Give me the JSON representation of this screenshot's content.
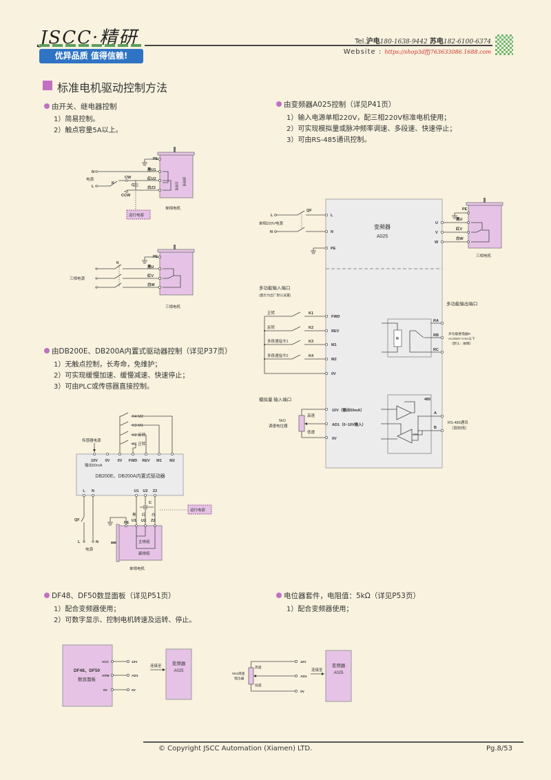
{
  "header": {
    "logo": "JSCC·精研",
    "slogan": "优异品质 值得信赖!",
    "tel_label": "Tel.",
    "sh_label": "沪电",
    "sh_phone": "180-1638-9442",
    "su_label": "苏电",
    "su_phone": "182-6100-6374",
    "website_label": "Website :",
    "website_url": "https://shop3dffj763633086.1688.com"
  },
  "page_title": "标准电机驱动控制方法",
  "sections": {
    "switch": {
      "heading": "由开关、继电器控制",
      "items": [
        "1）简易控制。",
        "2）触点容量5A以上。"
      ]
    },
    "inverter": {
      "heading": "由变频器A025控制（详见P41页）",
      "items": [
        "1）输入电源单相220V，配三相220V标准电机使用；",
        "2）可实现模拟量或脉冲频率调速、多段速、快速停止；",
        "3）可由RS-485通讯控制。"
      ]
    },
    "db200": {
      "heading": "由DB200E、DB200A内置式驱动器控制（详见P37页）",
      "items": [
        "1）无触点控制，长寿命，免维护；",
        "2）可实现缓慢加速、缓慢减速、快速停止；",
        "3）可由PLC或传感器直接控制。"
      ]
    },
    "df": {
      "heading": "DF48、DF50数显面板（详见P51页）",
      "items": [
        "1）配合变频器使用；",
        "2）可数字显示、控制电机转速及运转、停止。"
      ]
    },
    "pot": {
      "heading": "电位器套件，电阻值：5kΩ（详见P53页）",
      "items": [
        "1）配合变频器使用；"
      ]
    }
  },
  "d1": {
    "pe": "PE",
    "u1": "黑U1",
    "u2": "红U2",
    "z2": "白Z2",
    "n": "N",
    "l": "L",
    "power": "电源",
    "k": "K",
    "cw": "CW",
    "ccw": "CCW",
    "c": "C",
    "cap": "运行电容",
    "main": "主绕组",
    "aux": "副绕组",
    "motor": "单相电机"
  },
  "d1b": {
    "pe": "PE",
    "u": "黑U",
    "v": "红V",
    "w": "白W",
    "k": "K",
    "power": "三相电源",
    "motor": "三相电机"
  },
  "d2": {
    "l": "L",
    "n": "N",
    "power": "单相220V电源",
    "qf": "QF",
    "tl": "L",
    "tn": "N",
    "tpe": "PE",
    "name": "变频器",
    "model": "A025",
    "u": "U",
    "v": "V",
    "w": "W",
    "pe": "PE",
    "mu": "黑U",
    "mv": "红V",
    "mw": "白W",
    "motor": "三相电机",
    "in_title": "多功能输入端口",
    "in_note": "(图示为出厂默认设置)",
    "out_title": "多功能输出端口",
    "inputs": [
      {
        "cmd": "正转",
        "k": "K1",
        "t": "FWD"
      },
      {
        "cmd": "反转",
        "k": "K2",
        "t": "REV"
      },
      {
        "cmd": "多段速指令1",
        "k": "K3",
        "t": "M1"
      },
      {
        "cmd": "多段速指令2",
        "k": "K4",
        "t": "M2"
      }
    ],
    "t0v": "0V",
    "r": "R",
    "ra": "RA",
    "rb": "RB",
    "rc": "RC",
    "relay1": "多功能继电器R",
    "relay2": "AC250V 0.5A以下",
    "relay3": "（默认：故障）",
    "an_title": "模拟量 输入端口",
    "pot1": "5kΩ",
    "pot2": "调速电位器",
    "hi": "高速",
    "lo": "低速",
    "t10v": "10V（输出50mA）",
    "tad1": "AD1（0~10V输入）",
    "t0v2": "0V",
    "c485": "485",
    "a": "A",
    "b": "B",
    "rs1": "RS-485通讯",
    "rs2": "（双绞线）"
  },
  "d3": {
    "sensor": "传感器电源",
    "top": [
      "10V",
      "0V",
      "0V",
      "FWD",
      "REV",
      "M1",
      "M2"
    ],
    "out50": "输出50mA",
    "name": "DB200E、DB200A内置式驱动器",
    "bottom": [
      "L",
      "N",
      "U1",
      "U2",
      "Z2"
    ],
    "k4": "K4  M2",
    "k3": "K3  M1",
    "k2": "K2 反转",
    "k1": "K1 正转",
    "c": "C",
    "cap": "运行电容",
    "qf": "QF",
    "pl": "L",
    "pn": "N",
    "power": "电源",
    "pe": "PE",
    "u1a": "黑",
    "u1b": "U1",
    "u2a": "红",
    "u2b": "U2",
    "z2a": "白",
    "z2b": "Z2",
    "main": "主绕组",
    "aux": "副绕组",
    "motor": "单相电机"
  },
  "d4": {
    "name1": "DF48、DF50",
    "name2": "数显面板",
    "vcc": "VCC",
    "afm": "AFM",
    "ov": "0V",
    "t10v": "10V",
    "tad1": "AD1",
    "t0v": "0V",
    "connect": "连接至",
    "inv1": "变频器",
    "inv2": "A025"
  },
  "d5": {
    "pot1": "5kΩ调速",
    "pot2": "电位器",
    "hi": "高速",
    "lo": "低速",
    "t10v": "10V",
    "tad1": "AD1",
    "t0v": "0V",
    "connect": "连接至",
    "inv1": "变频器",
    "inv2": "A025"
  },
  "footer": {
    "copyright": "© Copyright JSCC Automation (Xiamen) LTD.",
    "page": "Pg.8/53"
  }
}
